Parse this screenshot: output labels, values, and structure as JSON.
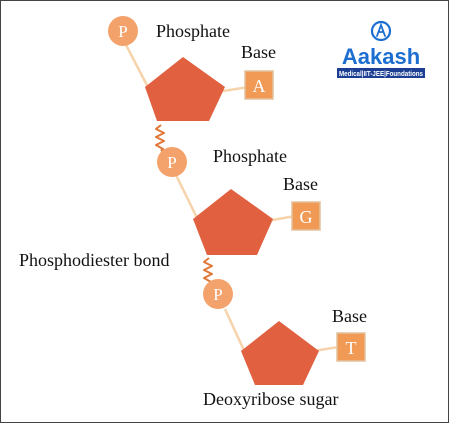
{
  "nodes": [
    {
      "phosphate_symbol": "P",
      "phosphate_label": "Phosphate",
      "base_title": "Base",
      "base_letter": "A"
    },
    {
      "phosphate_symbol": "P",
      "phosphate_label": "Phosphate",
      "base_title": "Base",
      "base_letter": "G"
    },
    {
      "phosphate_symbol": "P",
      "base_title": "Base",
      "base_letter": "T"
    }
  ],
  "bond_label": "Phosphodiester bond",
  "sugar_label": "Deoxyribose sugar",
  "logo": {
    "name": "Aakash",
    "tagline": "Medical|IIT-JEE|Foundations"
  },
  "colors": {
    "phosphate": "#F4A26B",
    "sugar": "#E06040",
    "base": "#F09A55",
    "backbone": "#F6D3AA",
    "bond": "#E07838",
    "logo_blue": "#1C6FD0",
    "logo_bar": "#1C3F94"
  }
}
